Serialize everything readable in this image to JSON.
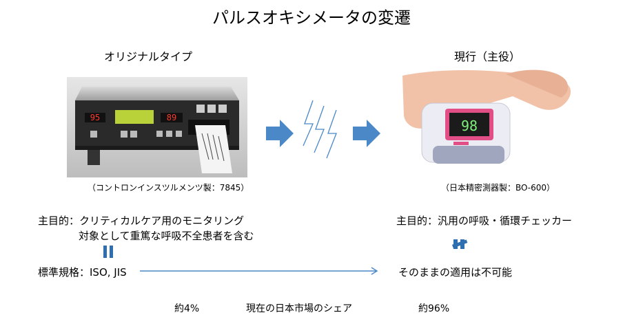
{
  "title": "パルスオキシメータの変遷",
  "left": {
    "heading": "オリジナルタイプ",
    "caption": "（コントロンインスツルメンツ製：7845）",
    "device_display_1": "95",
    "device_display_2": "89",
    "purpose_line1": "主目的：クリティカルケア用のモニタリング",
    "purpose_line2": "対象として重篤な呼吸不全患者を含む",
    "standard": "標準規格：ISO, JIS",
    "share": "約4%"
  },
  "right": {
    "heading": "現行（主役）",
    "caption": "（日本精密測器製：BO-600）",
    "device_display": "98",
    "purpose": "主目的：汎用の呼吸・循環チェッカー",
    "conclusion": "そのままの適用は不可能",
    "share": "約96%"
  },
  "market_label": "現在の日本市場のシェア",
  "colors": {
    "arrow": "#4a88c8",
    "equal": "#2f6fb0"
  }
}
